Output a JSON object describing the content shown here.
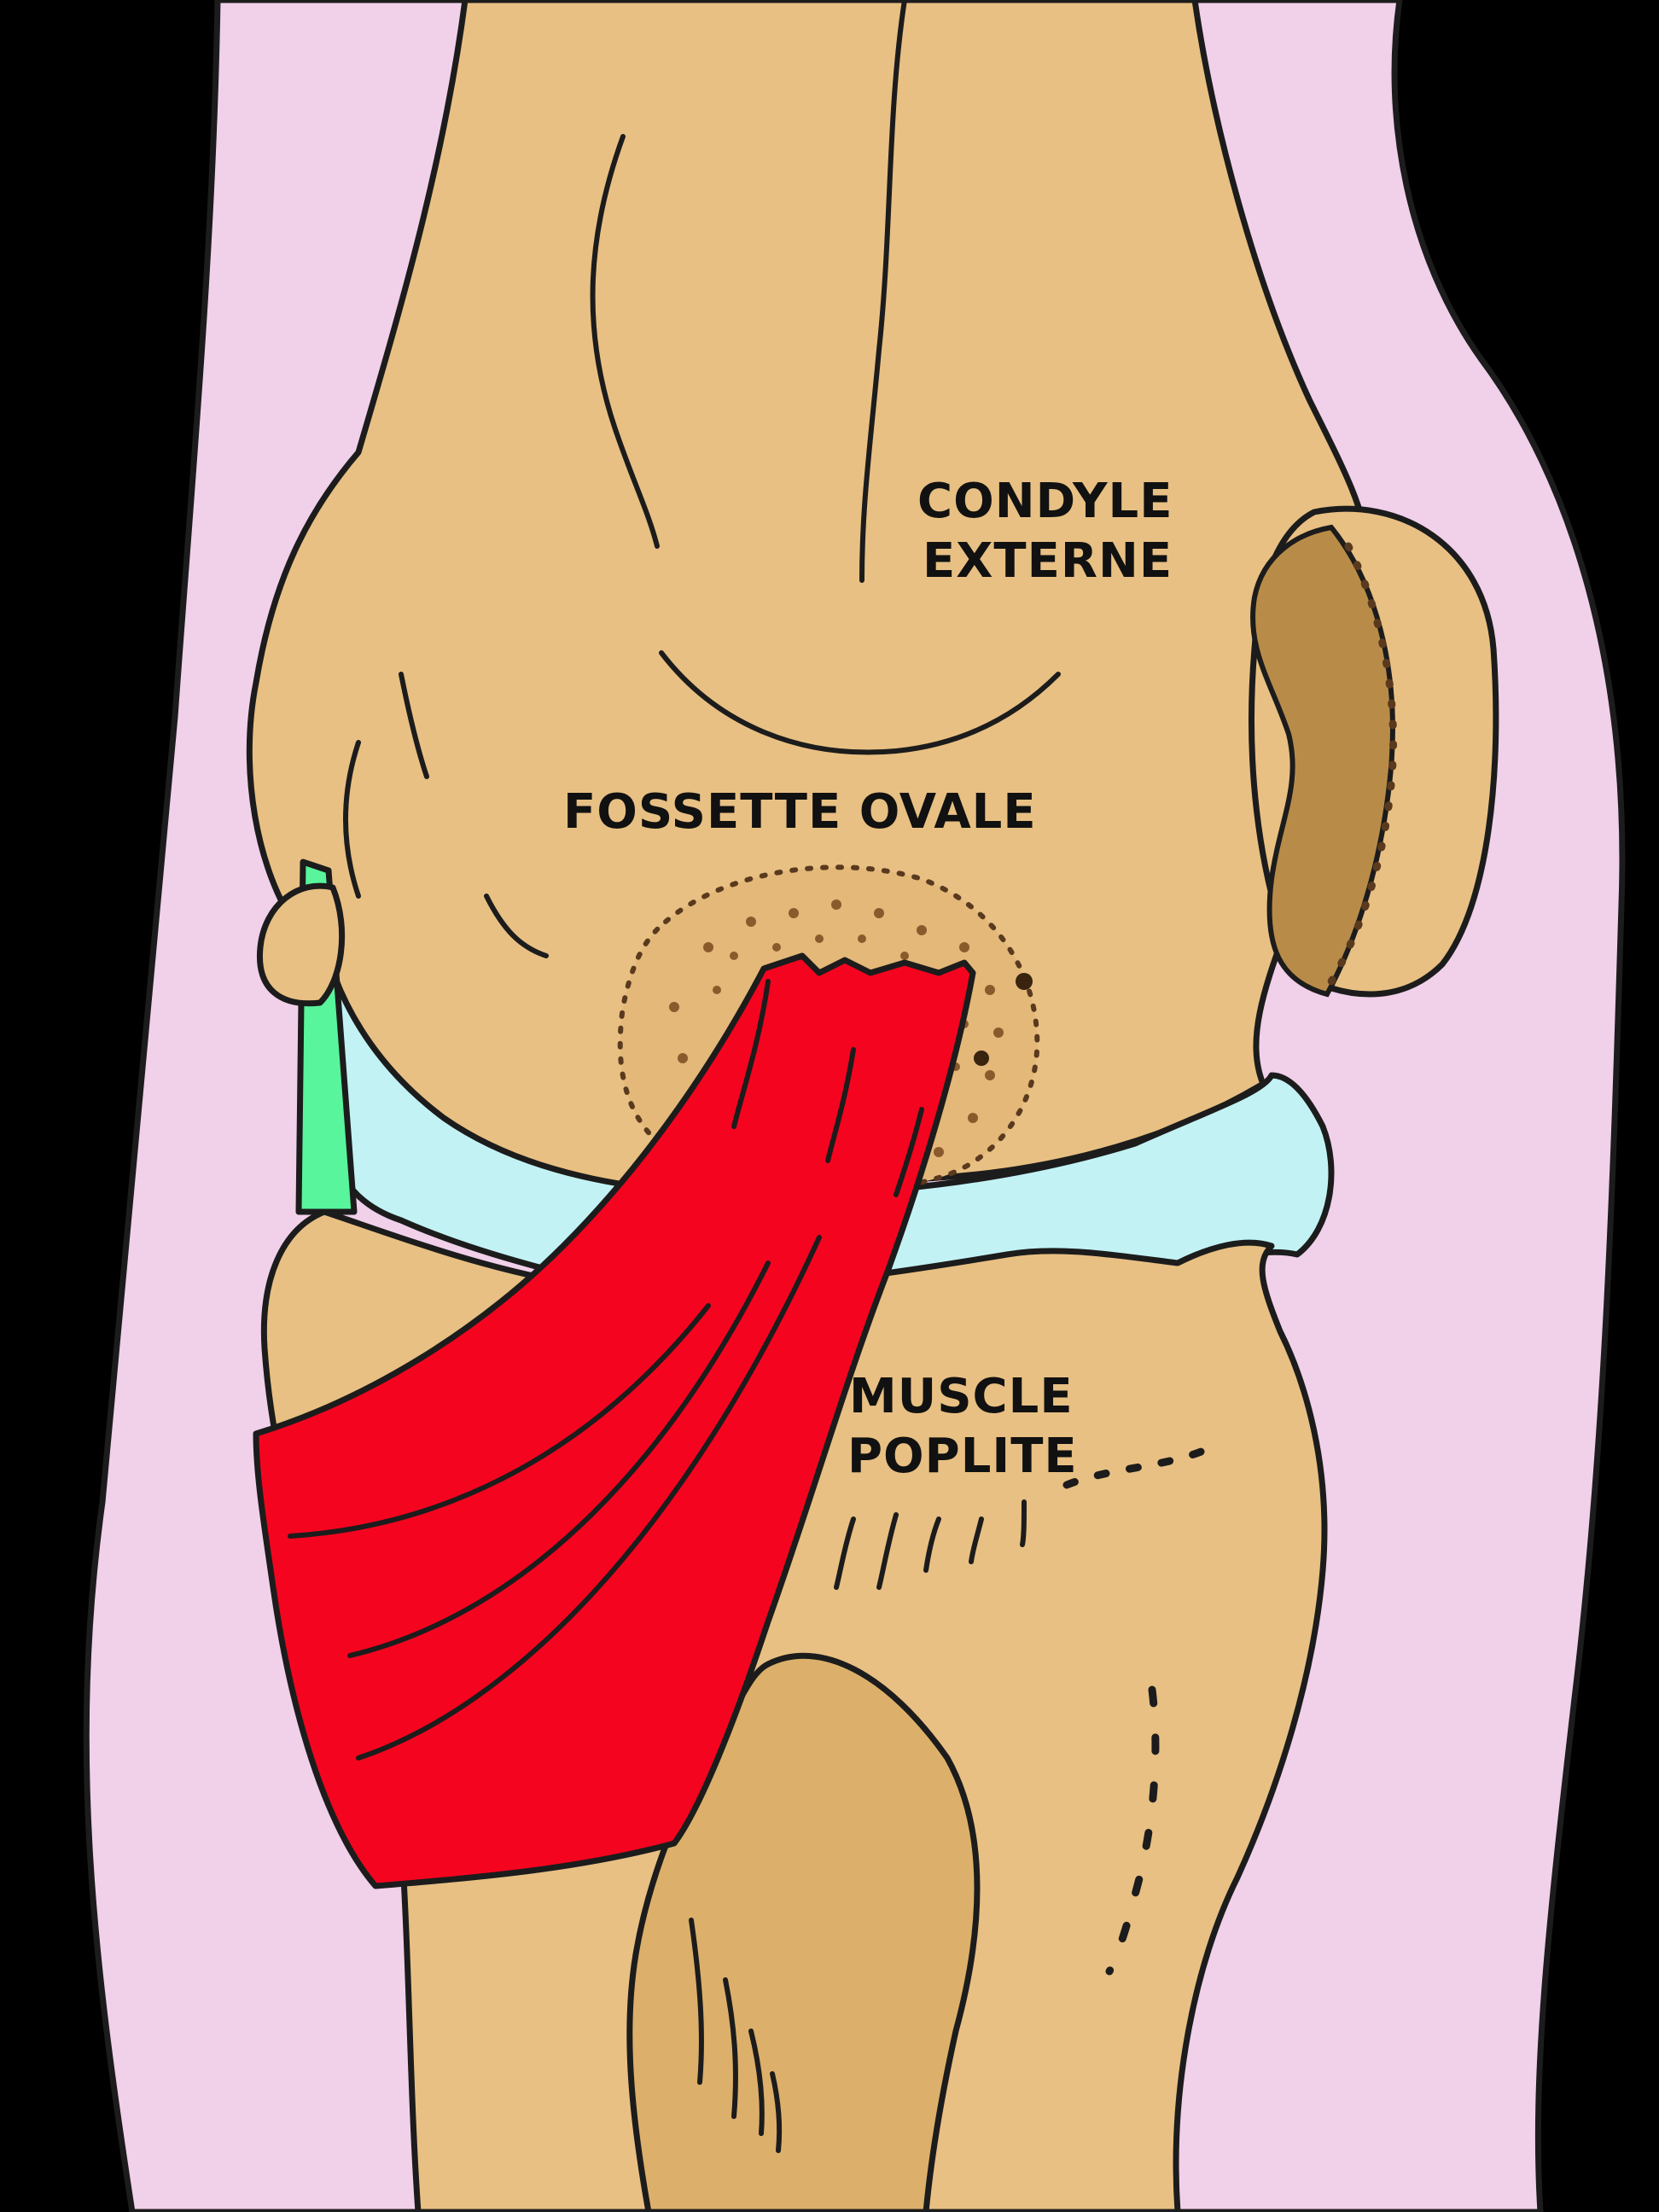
{
  "labels": {
    "condyle_line1": "CONDYLE",
    "condyle_line2": "EXTERNE",
    "fossette": "FOSSETTE OVALE",
    "muscle_line1": "MUSCLE",
    "muscle_line2": "POPLITE"
  },
  "colors": {
    "background": "#000000",
    "skin": "#f1d0ea",
    "bone": "#e8c083",
    "patella": "#b88c48",
    "fibula_head": "#dcb06a",
    "meniscus": "#c2f2f4",
    "ligament": "#58f59c",
    "muscle": "#f5041f",
    "outline": "#1c1c1c"
  }
}
